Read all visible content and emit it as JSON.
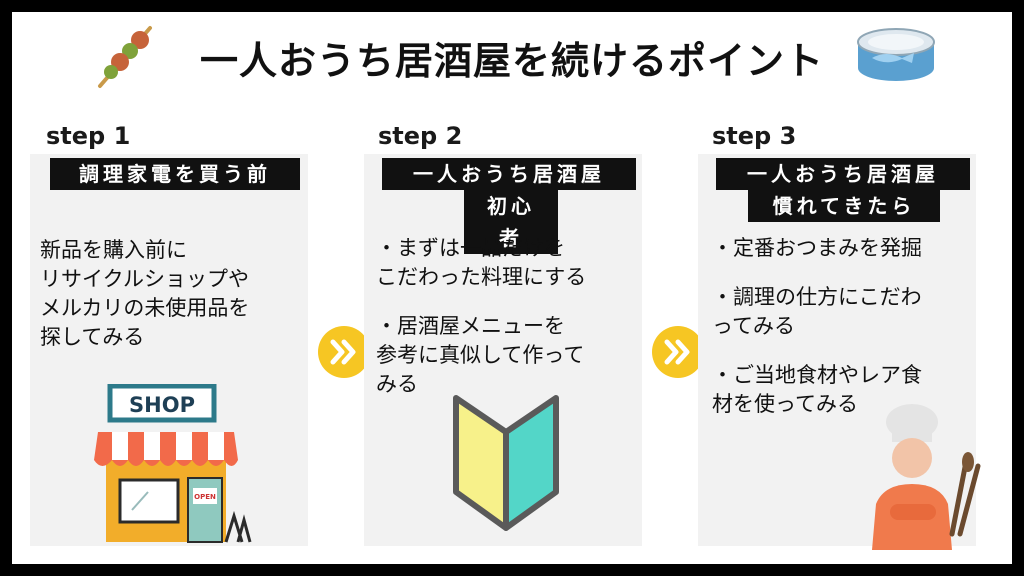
{
  "title": "一人おうち居酒屋を続けるポイント",
  "steps": [
    {
      "label": "step 1",
      "tag_lines": [
        "調理家電を買う前"
      ],
      "text_lines": [
        "新品を購入前に",
        "リサイクルショップや",
        "メルカリの未使用品を",
        "探してみる"
      ],
      "image_text": "SHOP",
      "sign_text": "OPEN"
    },
    {
      "label": "step 2",
      "tag_lines": [
        "一人おうち居酒屋",
        "初心者"
      ],
      "text_lines": [
        "・まずは一品だけを",
        "こだわった料理にする",
        "",
        "・居酒屋メニューを",
        "参考に真似して作って",
        "みる"
      ]
    },
    {
      "label": "step 3",
      "tag_lines": [
        "一人おうち居酒屋",
        "慣れてきたら"
      ],
      "text_lines": [
        "・定番おつまみを発掘",
        "",
        "・調理の仕方にこだわ",
        "ってみる",
        "",
        "・ご当地食材やレア食",
        "材を使ってみる"
      ]
    }
  ],
  "colors": {
    "arrow": "#f6c623",
    "tag_bg": "#111111",
    "panel_bg": "#f2f2f2",
    "frame": "#000000"
  },
  "icons": [
    "yakitori-icon",
    "canned-fish-icon",
    "double-chevron-icon",
    "shop-icon",
    "beginner-mark-icon",
    "chef-icon"
  ]
}
